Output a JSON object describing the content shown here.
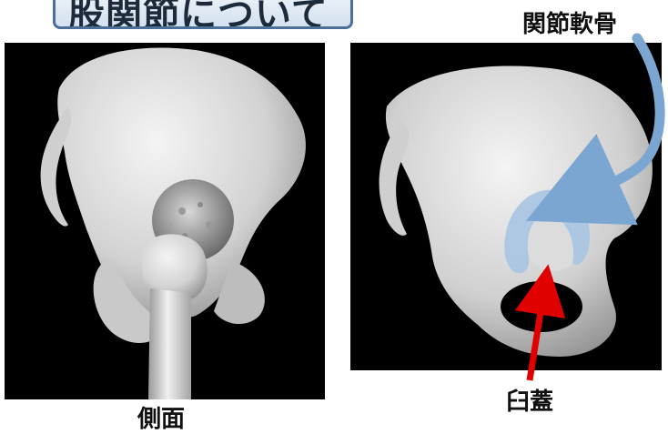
{
  "header": {
    "title": "股関節について"
  },
  "labels": {
    "cartilage": "関節軟骨",
    "acetabulum": "臼蓋",
    "lateral": "側面"
  },
  "colors": {
    "title_border": "#4a6f98",
    "panel_background": "#000000",
    "bone": "#e2e2e2",
    "cartilage": "#a9c6e4",
    "cartilage_arrow": "#7ba6d2",
    "acetabulum_arrow": "#e00000"
  }
}
